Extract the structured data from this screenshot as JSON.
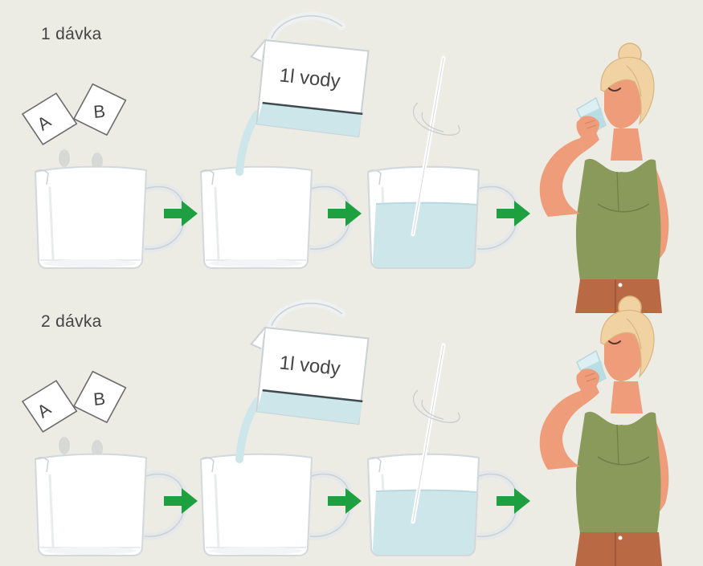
{
  "rows": [
    {
      "title": "1 dávka",
      "sachets": [
        "A",
        "B"
      ],
      "pitcher_label": "1l vody"
    },
    {
      "title": "2 dávka",
      "sachets": [
        "A",
        "B"
      ],
      "pitcher_label": "1l vody"
    }
  ],
  "colors": {
    "background": "#ecebe4",
    "arrow": "#1fa040",
    "water": "#cde6ea",
    "glass_outline": "#d7dde0",
    "top_color": "#8a9a5b",
    "pants_color": "#b96a45",
    "skin_color": "#f0a07e",
    "hair_color": "#f1d3a3"
  },
  "icons": [
    "sachet-icon",
    "measuring-jug-icon",
    "pouring-pitcher-icon",
    "stirring-rod-icon",
    "arrow-right-icon",
    "woman-drinking-icon"
  ]
}
